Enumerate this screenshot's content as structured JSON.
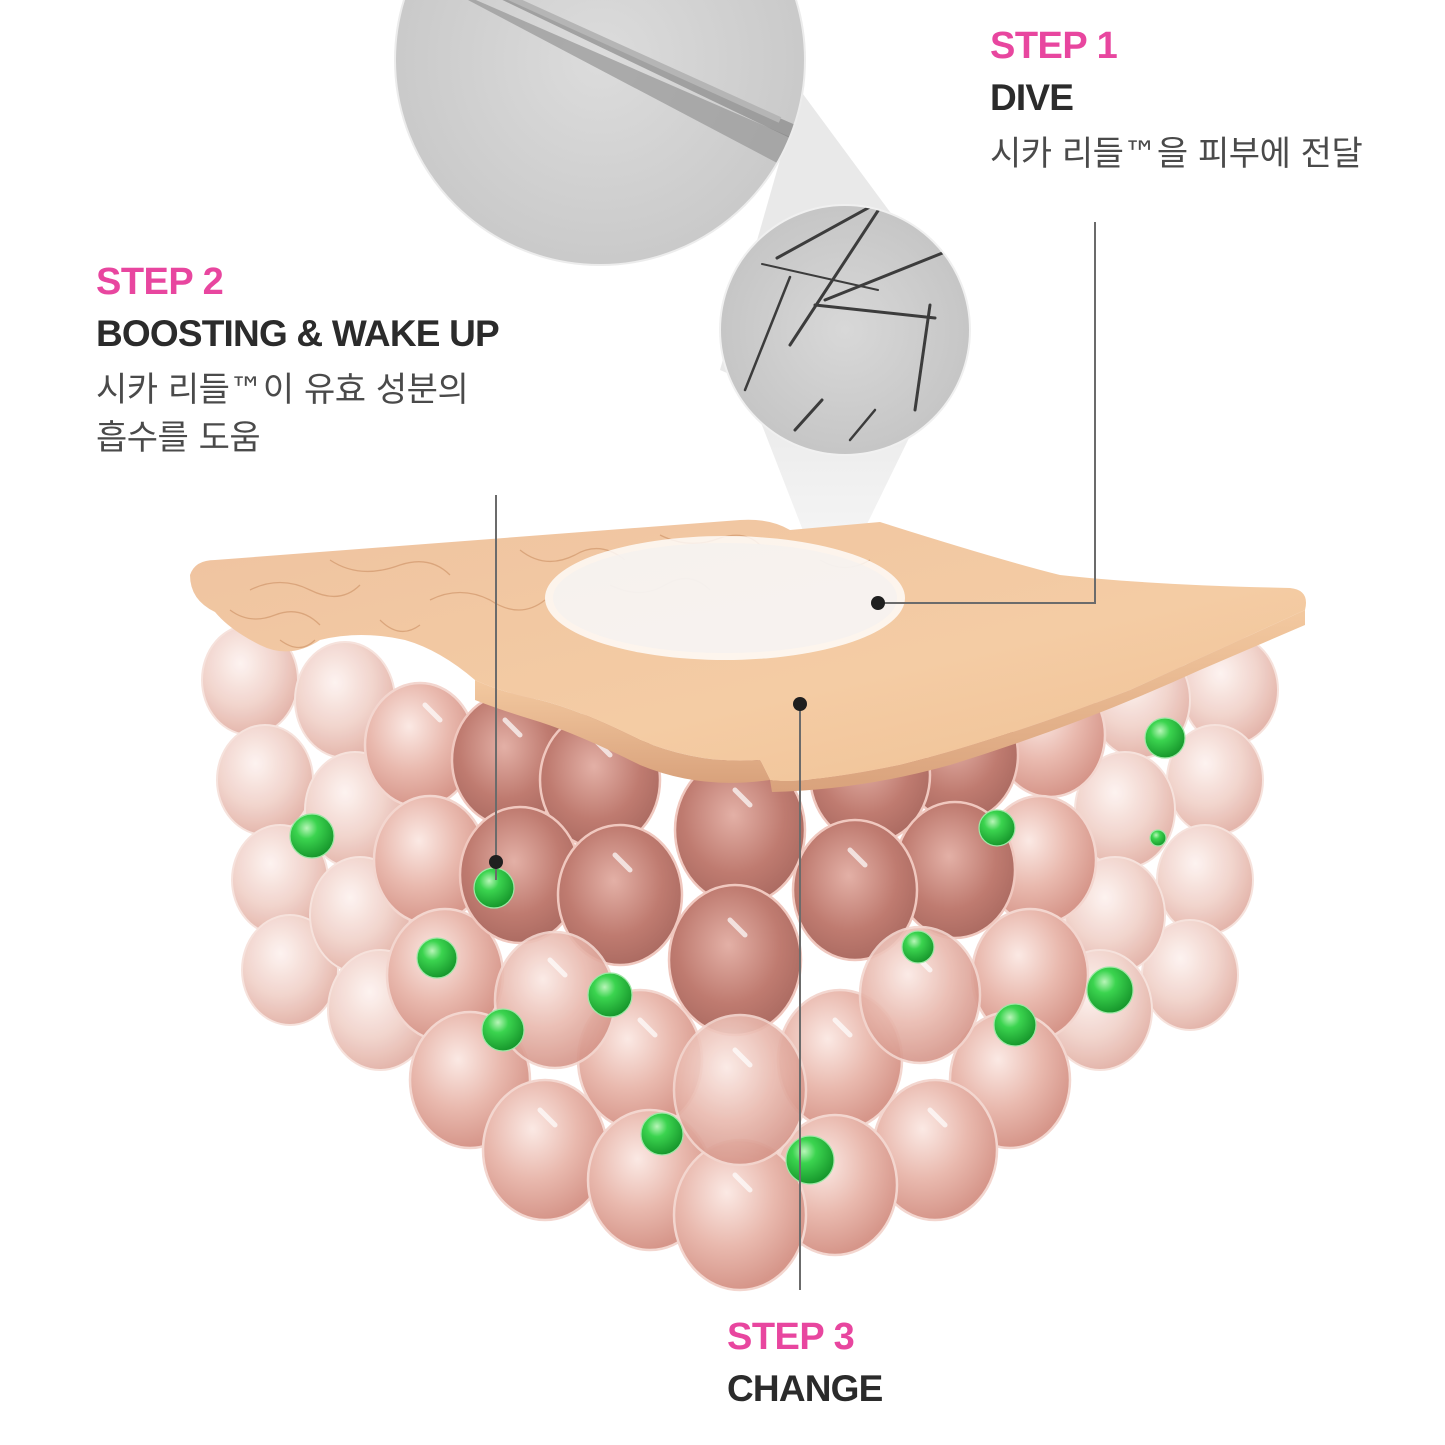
{
  "steps": [
    {
      "number": "STEP 1",
      "title": "DIVE",
      "description": [
        "시카 리들™을 피부에 전달"
      ]
    },
    {
      "number": "STEP 2",
      "title": "BOOSTING & WAKE UP",
      "description": [
        "시카 리들™이 유효 성분의",
        "흡수를 도움"
      ]
    },
    {
      "number": "STEP 3",
      "title": "CHANGE",
      "description": []
    }
  ],
  "illustration": {
    "subject": "skin-layer cross-section with cica needles",
    "magnifier_large": "needle-closeup-icon",
    "magnifier_small": "micro-needles-icon",
    "skin_layer": "epidermis-slab",
    "cells": "skin-cell-spheres",
    "particles": "green-active-ingredient-particles"
  },
  "colors": {
    "accent": "#e8469f",
    "title": "#2b2b2b",
    "body_text": "#4a4a4a",
    "skin": "#f2c49a",
    "cell": "#e8b8ac",
    "particle": "#2fc24a",
    "leader_line": "#6b6b6b"
  }
}
